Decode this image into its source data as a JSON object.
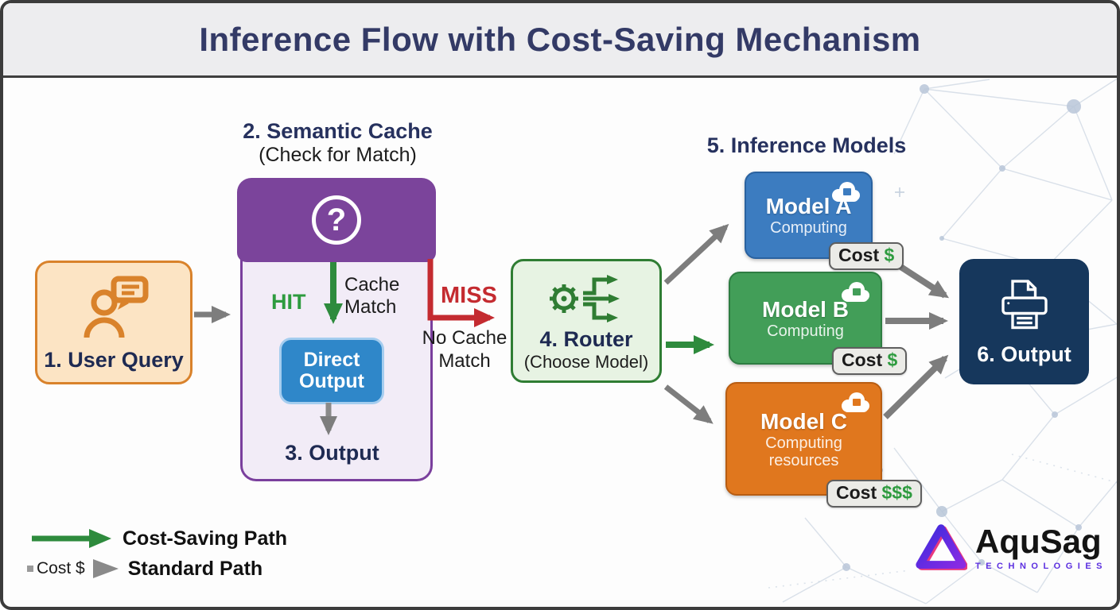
{
  "title": "Inference Flow with Cost-Saving Mechanism",
  "colors": {
    "title_text": "#333a66",
    "navy_text": "#1e2a52",
    "orange_border": "#d9822b",
    "orange_fill": "#fce4c4",
    "purple_header": "#7b449b",
    "purple_border": "#7a3f9d",
    "lavender_fill": "#f2ecf7",
    "hit_green": "#2e9b3f",
    "arrow_green": "#2e8b3d",
    "miss_red": "#c42b30",
    "direct_output_blue": "#2f87c9",
    "router_fill": "#e7f3e3",
    "router_border": "#2f7d33",
    "model_a_blue": "#3c7cc0",
    "model_b_green": "#429e58",
    "model_c_orange": "#e0771e",
    "output_navy": "#16375c",
    "arrow_gray": "#7d7d7d",
    "badge_fill": "#ebebe7",
    "logo_purple": "#5b2ee0"
  },
  "nodes": {
    "user_query": {
      "label": "1. User Query"
    },
    "semantic_cache": {
      "heading": "2. Semantic Cache",
      "subheading": "(Check for Match)",
      "icon": "question-mark-circle"
    },
    "hit": {
      "label": "HIT",
      "note": "Cache Match"
    },
    "direct_output": {
      "label": "Direct Output"
    },
    "cache_output": {
      "label": "3. Output"
    },
    "miss": {
      "label": "MISS",
      "note": "No Cache Match"
    },
    "router": {
      "heading": "4. Router",
      "subheading": "(Choose Model)",
      "icon": "gear-branch-arrows"
    },
    "inference_heading": "5. Inference Models",
    "models": [
      {
        "name": "Model A",
        "sub": "Computing",
        "cost_label": "Cost",
        "cost_value": "$",
        "icon": "cloud-chip"
      },
      {
        "name": "Model B",
        "sub": "Computing",
        "cost_label": "Cost",
        "cost_value": "$",
        "icon": "cloud-chip"
      },
      {
        "name": "Model C",
        "sub": "Computing resources",
        "cost_label": "Cost",
        "cost_value": "$$$",
        "icon": "cloud-chip"
      }
    ],
    "output": {
      "label": "6. Output",
      "icon": "printer"
    }
  },
  "legend": {
    "cost_saving": "Cost-Saving Path",
    "standard_prefix": "Cost $",
    "standard": "Standard Path"
  },
  "logo": {
    "name": "AquSag",
    "tagline": "TECHNOLOGIES"
  }
}
